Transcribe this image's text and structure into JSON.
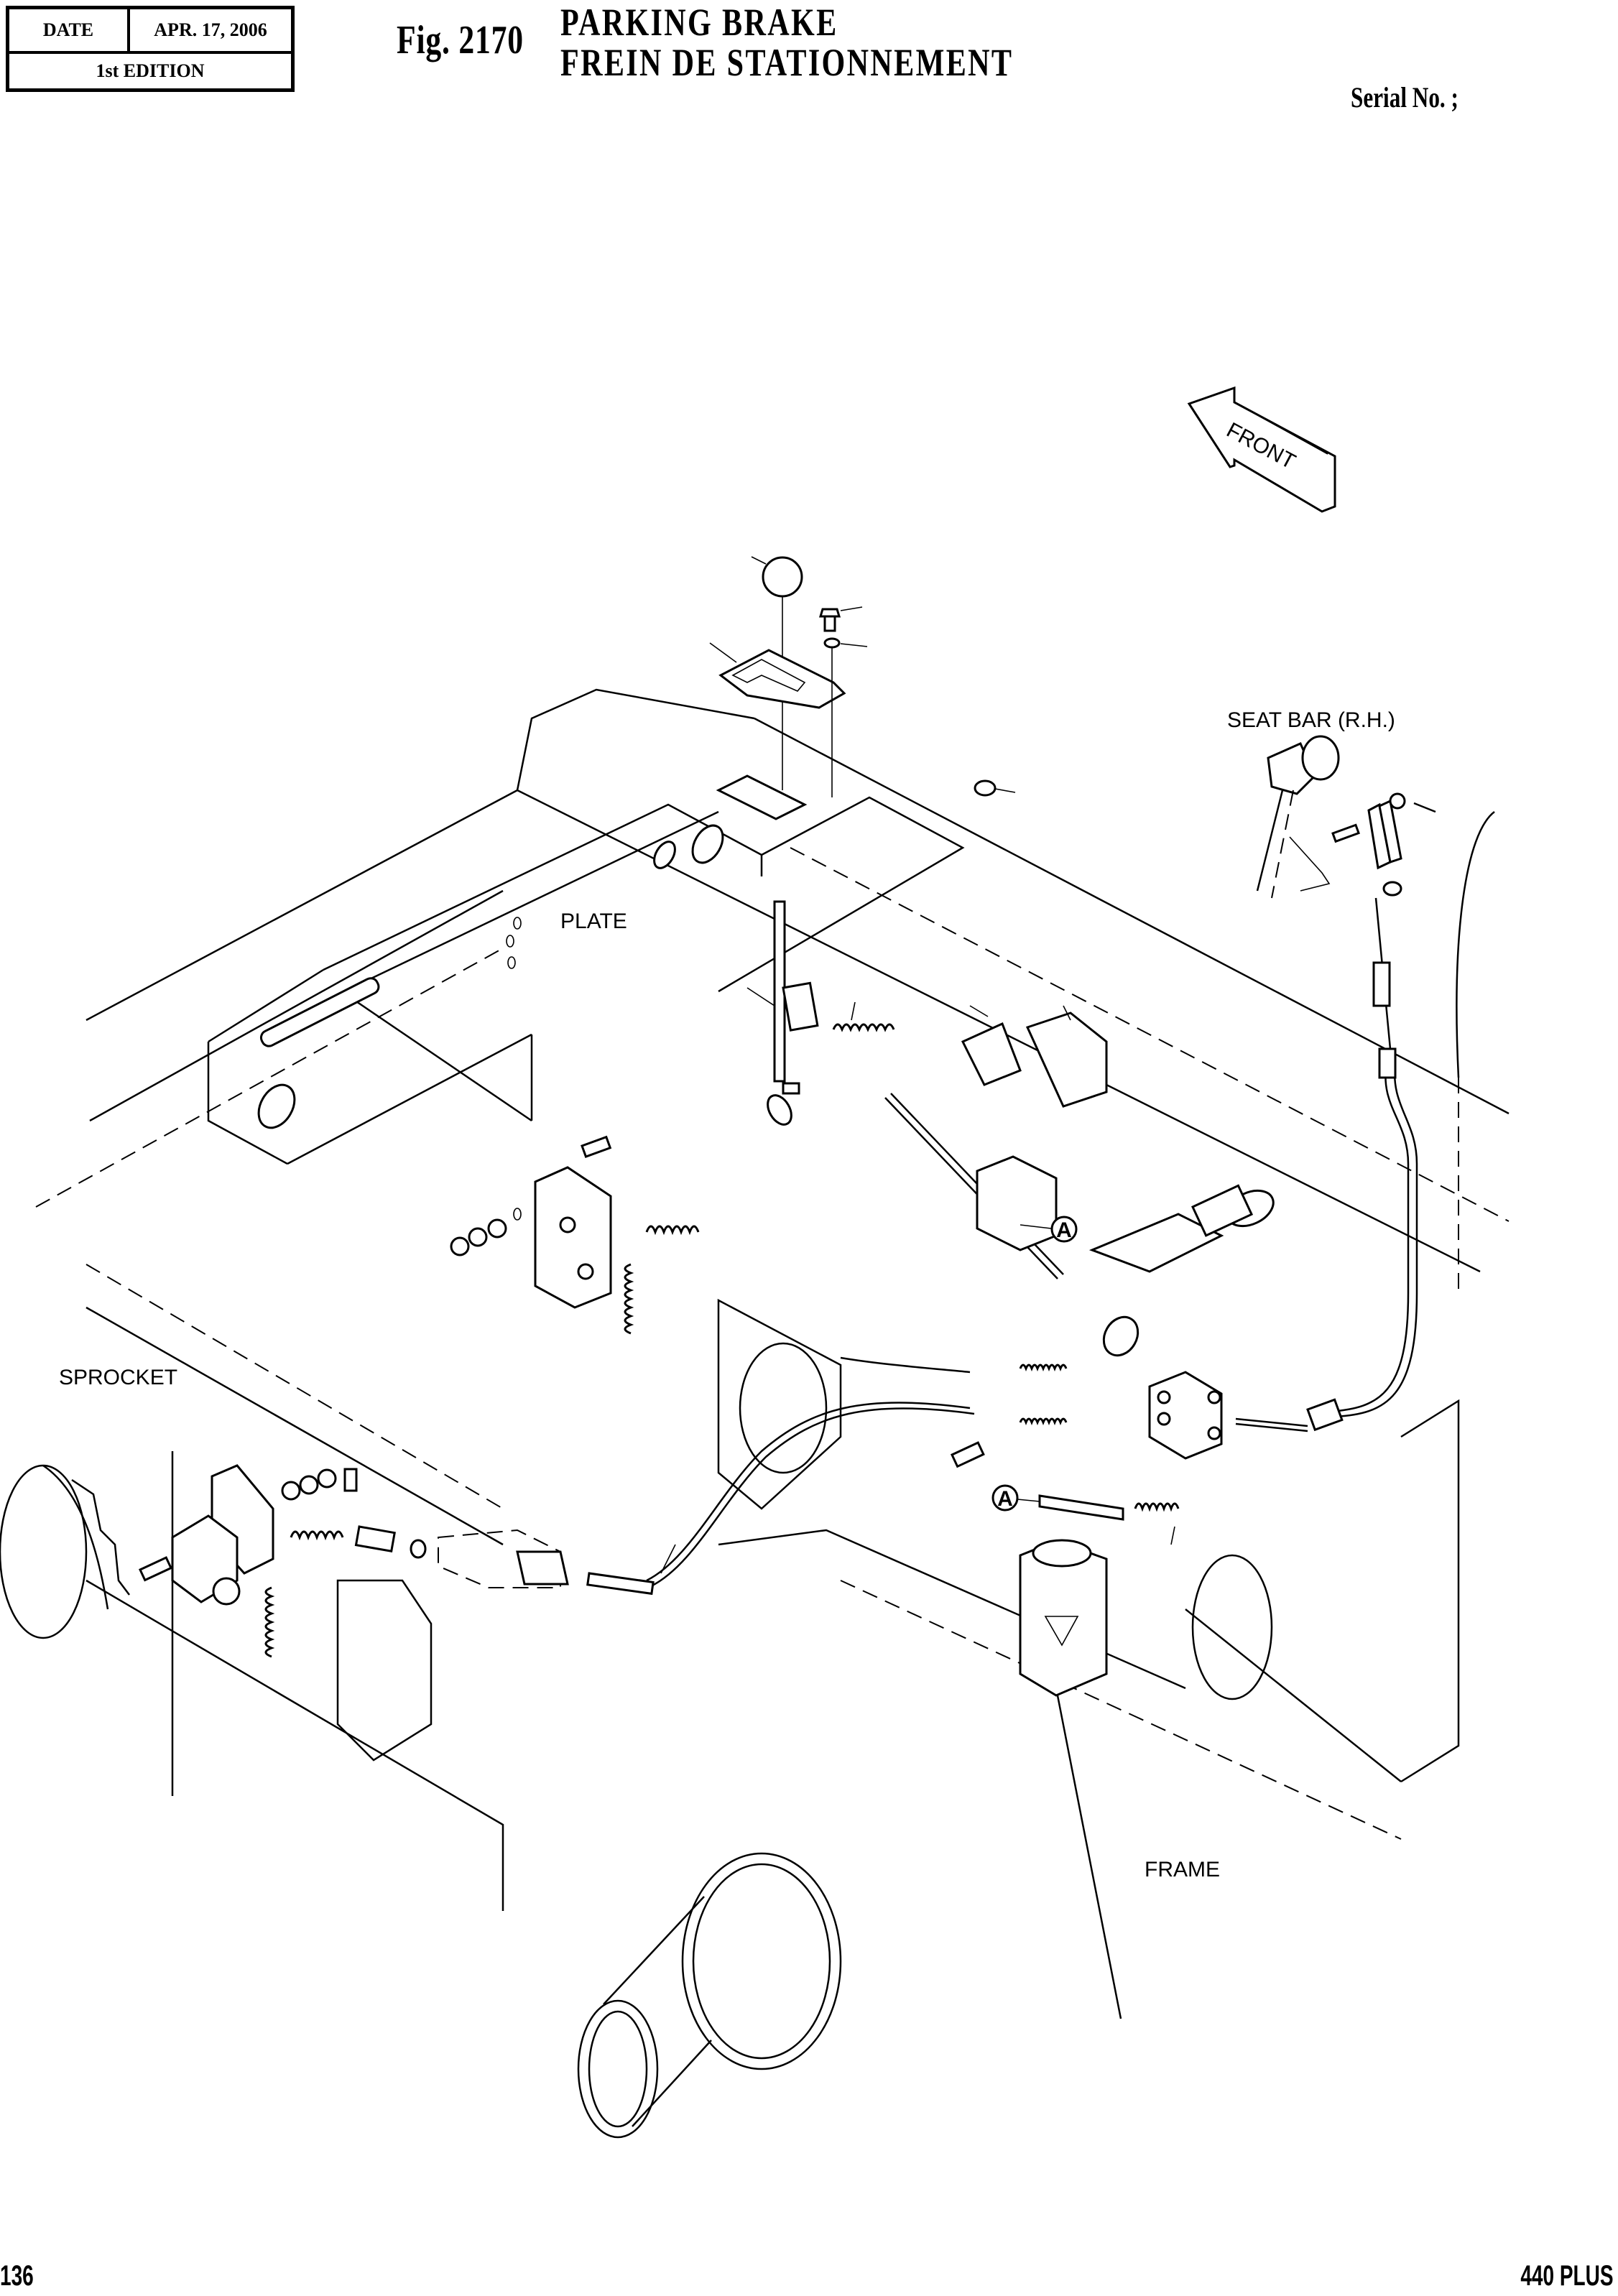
{
  "header": {
    "date_label": "DATE",
    "date_value": "APR. 17, 2006",
    "edition": "1st EDITION",
    "figure_number": "Fig. 2170",
    "title_en": "PARKING BRAKE",
    "title_fr": "FREIN DE STATIONNEMENT",
    "serial_label": "Serial No. ;"
  },
  "diagram": {
    "front_arrow_label": "FRONT",
    "labels": {
      "seat_bar": "SEAT BAR (R.H.)",
      "plate": "PLATE",
      "sprocket": "SPROCKET",
      "frame": "FRAME"
    },
    "reference_markers": [
      "A",
      "A"
    ]
  },
  "footer": {
    "page_number": "136",
    "model": "440 PLUS"
  }
}
